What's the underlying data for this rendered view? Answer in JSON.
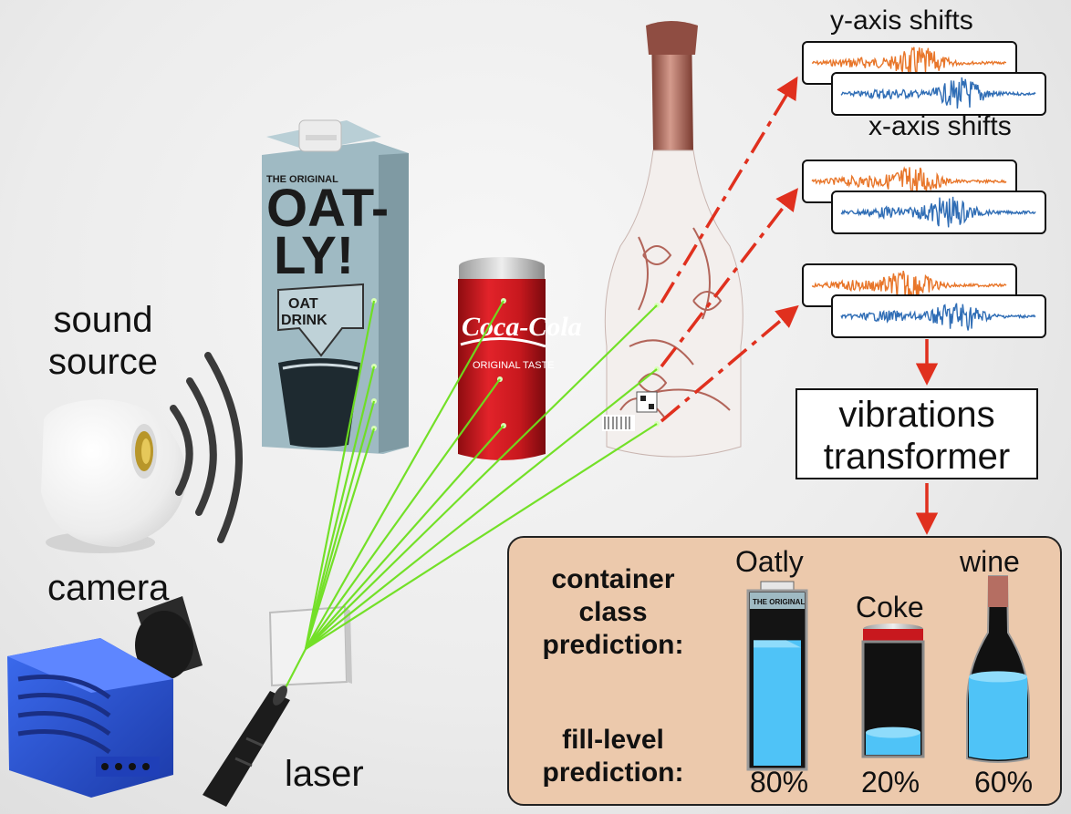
{
  "labels": {
    "sound_source": [
      "sound",
      "source"
    ],
    "camera": "camera",
    "laser": "laser",
    "y_axis": "y-axis shifts",
    "x_axis": "x-axis shifts",
    "transformer": [
      "vibrations",
      "transformer"
    ]
  },
  "containers_scene": {
    "oatly_text": [
      "THE ORIGINAL",
      "OAT-",
      "LY!",
      "OAT",
      "DRINK"
    ],
    "coke_text": [
      "Coca-Cola",
      "ORIGINAL TASTE"
    ]
  },
  "prediction": {
    "class_label": [
      "container",
      "class",
      "prediction:"
    ],
    "fill_label": [
      "fill-level",
      "prediction:"
    ],
    "items": [
      {
        "name": "Oatly",
        "fill": "80%",
        "fill_fraction": 0.8
      },
      {
        "name": "Coke",
        "fill": "20%",
        "fill_fraction": 0.2
      },
      {
        "name": "wine",
        "fill": "60%",
        "fill_fraction": 0.6
      }
    ]
  },
  "colors": {
    "laser": "#6de01e",
    "arrow": "#e0301e",
    "orange_signal": "#e8762a",
    "blue_signal": "#2f6db5",
    "panel_bg": "#ecc9ac",
    "liquid": "#4fc3f7",
    "camera_body": "#2b55d4",
    "oatly_carton": "#a9c4cc",
    "coke_can": "#c8181e",
    "wine_label": "#f2eeec",
    "wine_neck": "#b56e62"
  },
  "icons": [
    "speaker-icon",
    "sound-wave-icon",
    "camera-icon",
    "laser-pointer-icon",
    "mirror-icon"
  ]
}
